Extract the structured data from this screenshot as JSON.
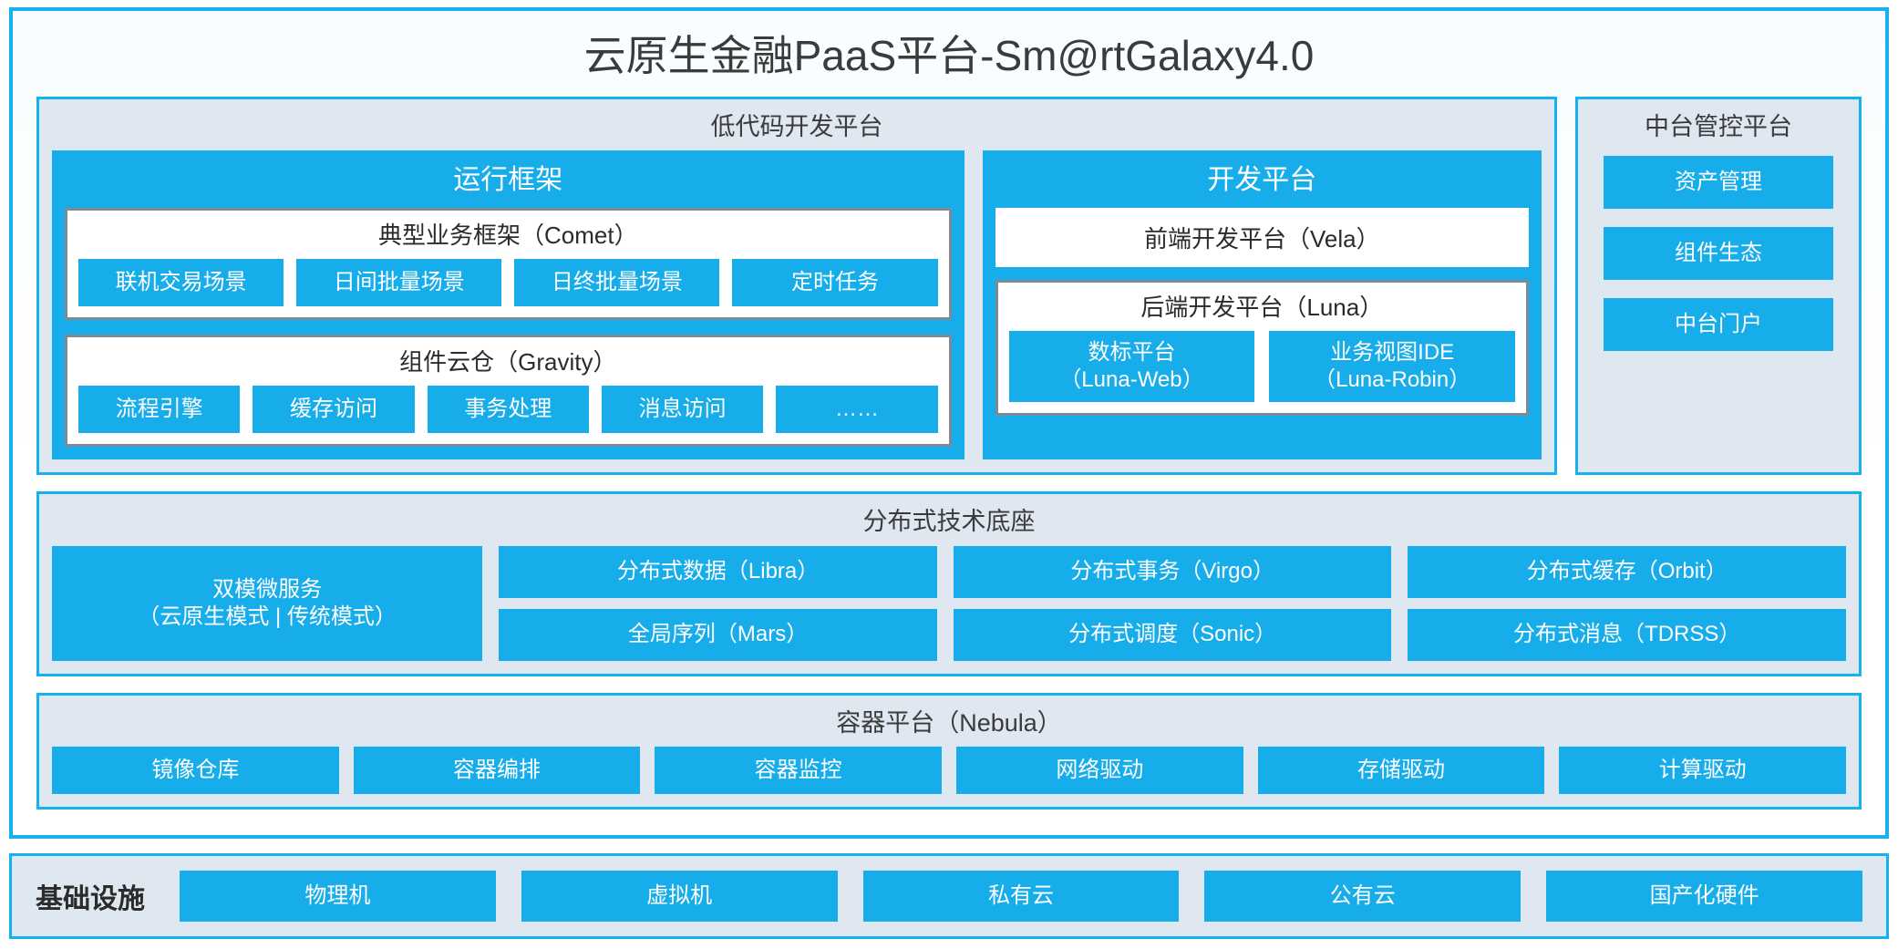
{
  "app": {
    "title": "云原生金融PaaS平台-Sm@rtGalaxy4.0"
  },
  "colors": {
    "accent_blue": "#17ADEA",
    "border_blue": "#17B0F0",
    "panel_bg": "#dfe7f1",
    "box_border_gray": "#7d8b96",
    "text_dark": "#2b2b2b"
  },
  "lowcode": {
    "title": "低代码开发平台",
    "runtime": {
      "title": "运行框架",
      "comet": {
        "title": "典型业务框架（Comet）",
        "items": [
          "联机交易场景",
          "日间批量场景",
          "日终批量场景",
          "定时任务"
        ]
      },
      "gravity": {
        "title": "组件云仓（Gravity）",
        "items": [
          "流程引擎",
          "缓存访问",
          "事务处理",
          "消息访问",
          "……"
        ]
      }
    },
    "devplatform": {
      "title": "开发平台",
      "vela": "前端开发平台（Vela）",
      "luna": {
        "title": "后端开发平台（Luna）",
        "items": [
          {
            "name": "数标平台",
            "code": "（Luna-Web）"
          },
          {
            "name": "业务视图IDE",
            "code": "（Luna-Robin）"
          }
        ]
      }
    }
  },
  "midplatform": {
    "title": "中台管控平台",
    "items": [
      "资产管理",
      "组件生态",
      "中台门户"
    ]
  },
  "distributed": {
    "title": "分布式技术底座",
    "dual_mode": {
      "line1": "双模微服务",
      "line2": "（云原生模式 | 传统模式）"
    },
    "columns": [
      [
        "分布式数据（Libra）",
        "全局序列（Mars）"
      ],
      [
        "分布式事务（Virgo）",
        "分布式调度（Sonic）"
      ],
      [
        "分布式缓存（Orbit）",
        "分布式消息（TDRSS）"
      ]
    ]
  },
  "container": {
    "title": "容器平台（Nebula）",
    "items": [
      "镜像仓库",
      "容器编排",
      "容器监控",
      "网络驱动",
      "存储驱动",
      "计算驱动"
    ]
  },
  "infrastructure": {
    "label": "基础设施",
    "items": [
      "物理机",
      "虚拟机",
      "私有云",
      "公有云",
      "国产化硬件"
    ]
  }
}
